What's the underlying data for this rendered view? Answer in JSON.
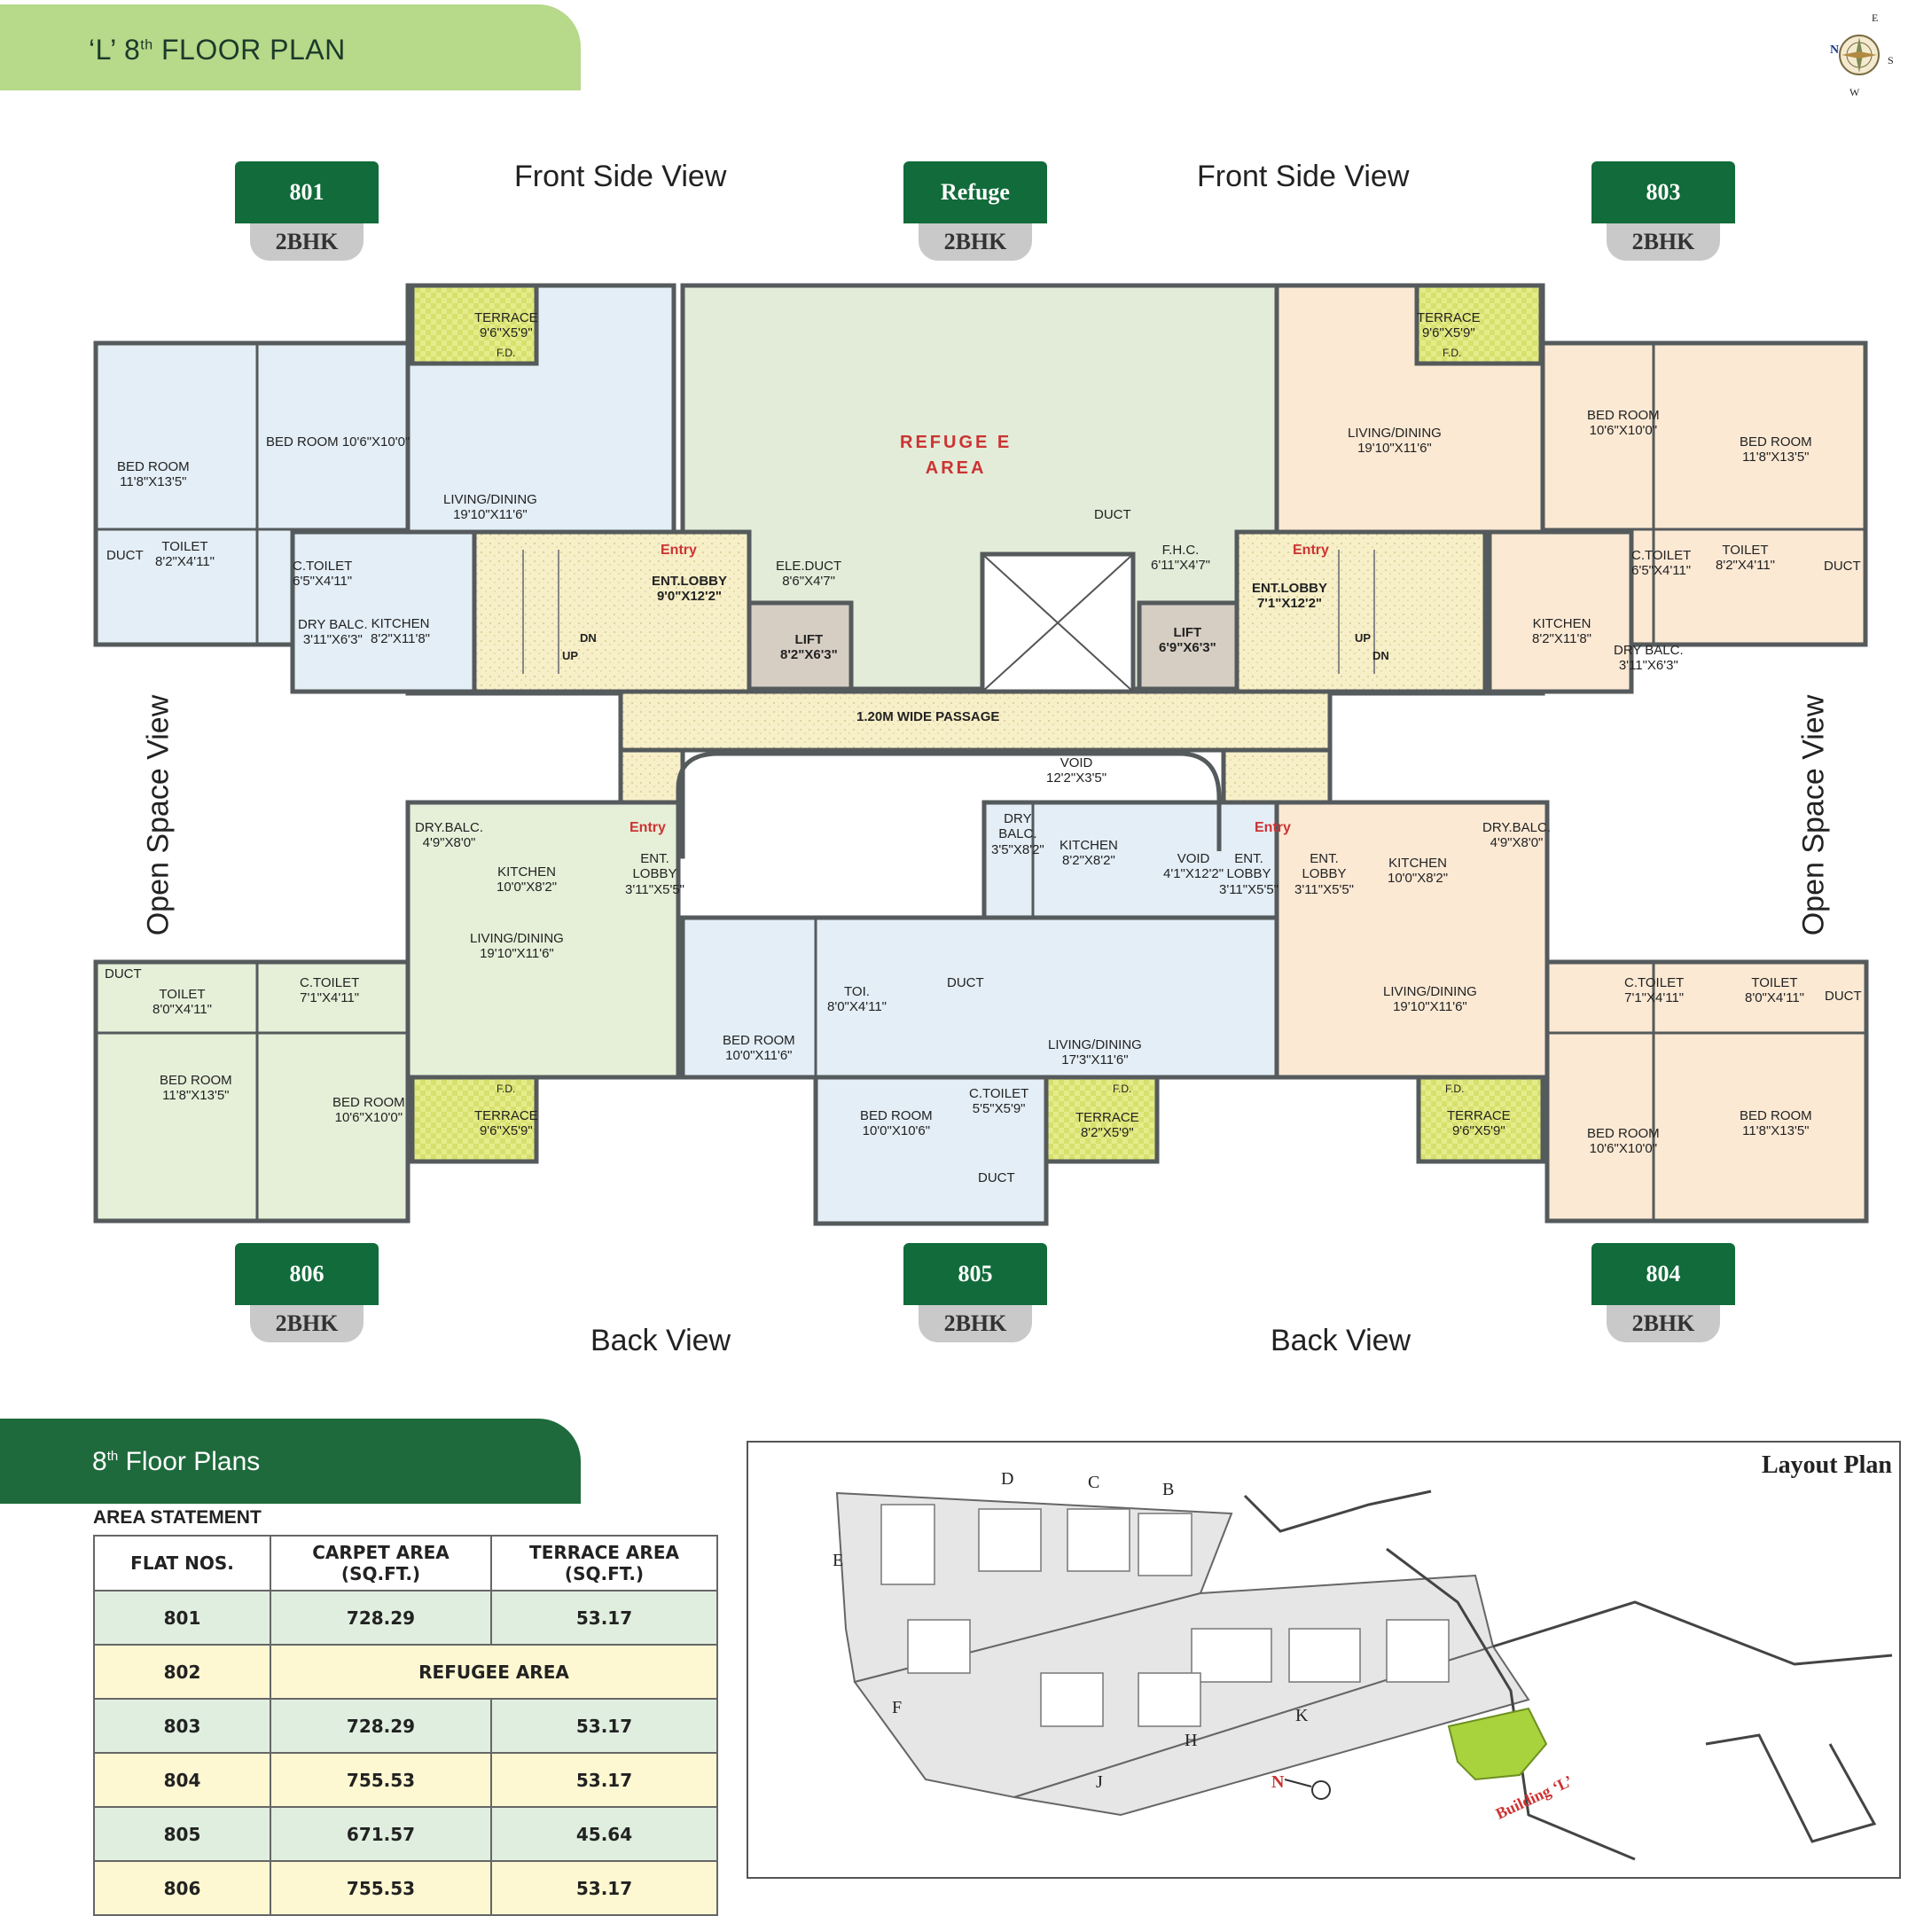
{
  "header": {
    "title_prefix": "‘L’ 8",
    "title_sup": "th",
    "title_suffix": " FLOOR PLAN"
  },
  "views": {
    "front_left": "Front Side View",
    "front_right": "Front Side View",
    "back_left": "Back View",
    "back_right": "Back View",
    "open_left": "Open Space View",
    "open_right": "Open Space View"
  },
  "units": {
    "u801": {
      "number": "801",
      "type": "2BHK"
    },
    "refuge": {
      "number": "Refuge",
      "type": "2BHK"
    },
    "u803": {
      "number": "803",
      "type": "2BHK"
    },
    "u806": {
      "number": "806",
      "type": "2BHK"
    },
    "u805": {
      "number": "805",
      "type": "2BHK"
    },
    "u804": {
      "number": "804",
      "type": "2BHK"
    }
  },
  "rooms": {
    "r801_terrace": "TERRACE\n9'6\"X5'9\"",
    "r801_bed1": "BED ROOM\n11'8\"X13'5\"",
    "r801_bed2": "BED ROOM 10'6\"X10'0\"",
    "r801_living": "LIVING/DINING\n19'10\"X11'6\"",
    "r801_toilet": "TOILET\n8'2\"X4'11\"",
    "r801_ctoilet": "C.TOILET\n6'5\"X4'11\"",
    "r801_kitchen": "KITCHEN\n8'2\"X11'8\"",
    "r801_drybalc": "DRY BALC.\n3'11\"X6'3\"",
    "r801_duct": "DUCT",
    "refuge_area": "REFUGE E\nAREA",
    "ent_lobby_l": "ENT.LOBBY\n9'0\"X12'2\"",
    "ele_duct": "ELE.DUCT\n8'6\"X4'7\"",
    "lift_l": "LIFT\n8'2\"X6'3\"",
    "lift_r": "LIFT\n6'9\"X6'3\"",
    "fhc": "F.H.C.\n6'11\"X4'7\"",
    "duct_mid": "DUCT",
    "ent_lobby_r": "ENT.LOBBY\n7'1\"X12'2\"",
    "passage": "1.20M WIDE PASSAGE",
    "r803_terrace": "TERRACE\n9'6\"X5'9\"",
    "r803_living": "LIVING/DINING\n19'10\"X11'6\"",
    "r803_bed1": "BED ROOM\n10'6\"X10'0\"",
    "r803_bed2": "BED ROOM\n11'8\"X13'5\"",
    "r803_ctoilet": "C.TOILET\n6'5\"X4'11\"",
    "r803_toilet": "TOILET\n8'2\"X4'11\"",
    "r803_kitchen": "KITCHEN\n8'2\"X11'8\"",
    "r803_drybalc": "DRY BALC.\n3'11\"X6'3\"",
    "r803_duct": "DUCT",
    "void_top": "VOID\n12'2\"X3'5\"",
    "void_side": "VOID\n4'1\"X12'2\"",
    "r806_drybalc": "DRY.BALC.\n4'9\"X8'0\"",
    "r806_kitchen": "KITCHEN\n10'0\"X8'2\"",
    "r806_living": "LIVING/DINING\n19'10\"X11'6\"",
    "r806_toilet": "TOILET\n8'0\"X4'11\"",
    "r806_ctoilet": "C.TOILET\n7'1\"X4'11\"",
    "r806_bed1": "BED ROOM\n11'8\"X13'5\"",
    "r806_bed2": "BED ROOM\n10'6\"X10'0\"",
    "r806_terrace": "TERRACE\n9'6\"X5'9\"",
    "r806_entlobby": "ENT.\nLOBBY\n3'11\"X5'5\"",
    "r806_duct": "DUCT",
    "r805_drybalc": "DRY\nBALC.\n3'5\"X8'2\"",
    "r805_kitchen": "KITCHEN\n8'2\"X8'2\"",
    "r805_entlobby": "ENT.\nLOBBY\n3'11\"X5'5\"",
    "r805_bed1": "BED ROOM\n10'0\"X11'6\"",
    "r805_toi": "TOI.\n8'0\"X4'11\"",
    "r805_duct1": "DUCT",
    "r805_living": "LIVING/DINING\n17'3\"X11'6\"",
    "r805_bed2": "BED ROOM\n10'0\"X10'6\"",
    "r805_ctoilet": "C.TOILET\n5'5\"X5'9\"",
    "r805_duct2": "DUCT",
    "r805_terrace": "TERRACE\n8'2\"X5'9\"",
    "r804_entlobby": "ENT.\nLOBBY\n3'11\"X5'5\"",
    "r804_kitchen": "KITCHEN\n10'0\"X8'2\"",
    "r804_drybalc": "DRY.BALC.\n4'9\"X8'0\"",
    "r804_living": "LIVING/DINING\n19'10\"X11'6\"",
    "r804_ctoilet": "C.TOILET\n7'1\"X4'11\"",
    "r804_toilet": "TOILET\n8'0\"X4'11\"",
    "r804_duct": "DUCT",
    "r804_terrace": "TERRACE\n9'6\"X5'9\"",
    "r804_bed1": "BED ROOM\n10'6\"X10'0\"",
    "r804_bed2": "BED ROOM\n11'8\"X13'5\"",
    "entry": "Entry",
    "fd": "F.D.",
    "up": "UP",
    "dn": "DN"
  },
  "compass": {
    "n": "N",
    "e": "E",
    "s": "S",
    "w": "W"
  },
  "floor_section": {
    "title_prefix": "8",
    "title_sup": "th",
    "title_suffix": " Floor Plans"
  },
  "area_statement": {
    "heading": "AREA STATEMENT",
    "columns": [
      "FLAT NOS.",
      "CARPET AREA\n(SQ.FT.)",
      "TERRACE AREA\n(SQ.FT.)"
    ],
    "rows": [
      {
        "flat": "801",
        "carpet": "728.29",
        "terrace": "53.17"
      },
      {
        "flat": "802",
        "merged": "REFUGEE AREA"
      },
      {
        "flat": "803",
        "carpet": "728.29",
        "terrace": "53.17"
      },
      {
        "flat": "804",
        "carpet": "755.53",
        "terrace": "53.17"
      },
      {
        "flat": "805",
        "carpet": "671.57",
        "terrace": "45.64"
      },
      {
        "flat": "806",
        "carpet": "755.53",
        "terrace": "53.17"
      }
    ]
  },
  "layout_plan": {
    "title": "Layout Plan",
    "blocks": [
      "D",
      "C",
      "B",
      "E",
      "F",
      "J",
      "H",
      "K"
    ],
    "north": "N",
    "building_label": "Building ‘L’"
  },
  "colors": {
    "blue_unit": "#e3eef6",
    "peach_unit": "#fbe9d4",
    "green_unit": "#e6efd8",
    "refuge": "#e2ecd9",
    "lobby": "#f6efc8",
    "terrace": "#e4ec8a",
    "wall": "#555a5c",
    "brand": "#116b3a",
    "light_brand": "#b6d98a",
    "highlight_building": "#a9d33d"
  }
}
